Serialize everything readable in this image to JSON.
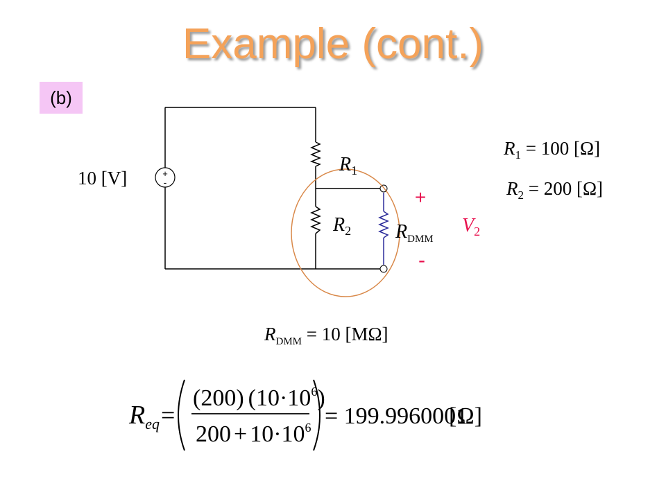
{
  "title": "Example (cont.)",
  "part_label": "(b)",
  "source": {
    "voltage_label": "10 [V]",
    "plus": "+",
    "minus": "-"
  },
  "r1": {
    "symbol": "R",
    "subscript": "1"
  },
  "r2": {
    "symbol": "R",
    "subscript": "2"
  },
  "rdmm": {
    "symbol": "R",
    "subscript": "DMM"
  },
  "v2": {
    "symbol": "V",
    "subscript": "2",
    "plus": "+",
    "minus": "-",
    "color": "#e8124f"
  },
  "given": {
    "r1": {
      "symbol": "R",
      "subscript": "1",
      "value": " = 100 [Ω]"
    },
    "r2": {
      "symbol": "R",
      "subscript": "2",
      "value": " = 200 [Ω]"
    },
    "rdmm": {
      "symbol": "R",
      "subscript": "DMM",
      "value": " = 10 [MΩ]"
    }
  },
  "equation": {
    "lhs_symbol": "R",
    "lhs_subscript": "eq",
    "eq1": "=",
    "num_a": "(200)",
    "num_b": "(10·10",
    "num_b_close": ")",
    "den_a": "200",
    "den_plus": "+",
    "den_b": "10·10",
    "exp": "6",
    "result": "= 199.9960001",
    "unit": "[Ω]"
  },
  "colors": {
    "title": "#f4a259",
    "label_bg": "#f5c6f5",
    "circle": "#d9894a",
    "rdmm_wire": "#2b2b9a",
    "v2": "#e8124f"
  }
}
